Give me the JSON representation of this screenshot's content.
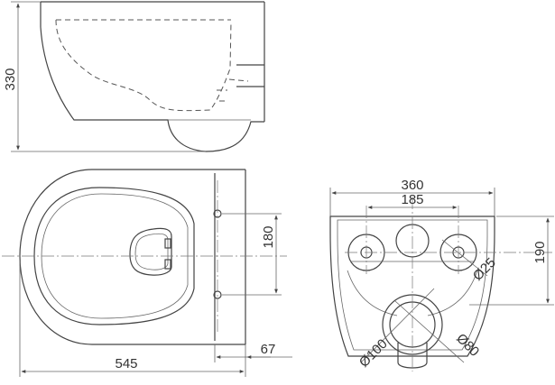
{
  "side_view": {
    "height_dim": "330"
  },
  "top_view": {
    "length_dim": "545",
    "hole_spacing_dim": "180",
    "offset_dim": "67"
  },
  "rear_view": {
    "width_dim": "360",
    "outlet_spacing_dim": "185",
    "height_dim": "190",
    "inlet_diameter": "Ø25",
    "outlet_outer_diameter": "Ø100",
    "outlet_inner_diameter": "Ø80"
  }
}
